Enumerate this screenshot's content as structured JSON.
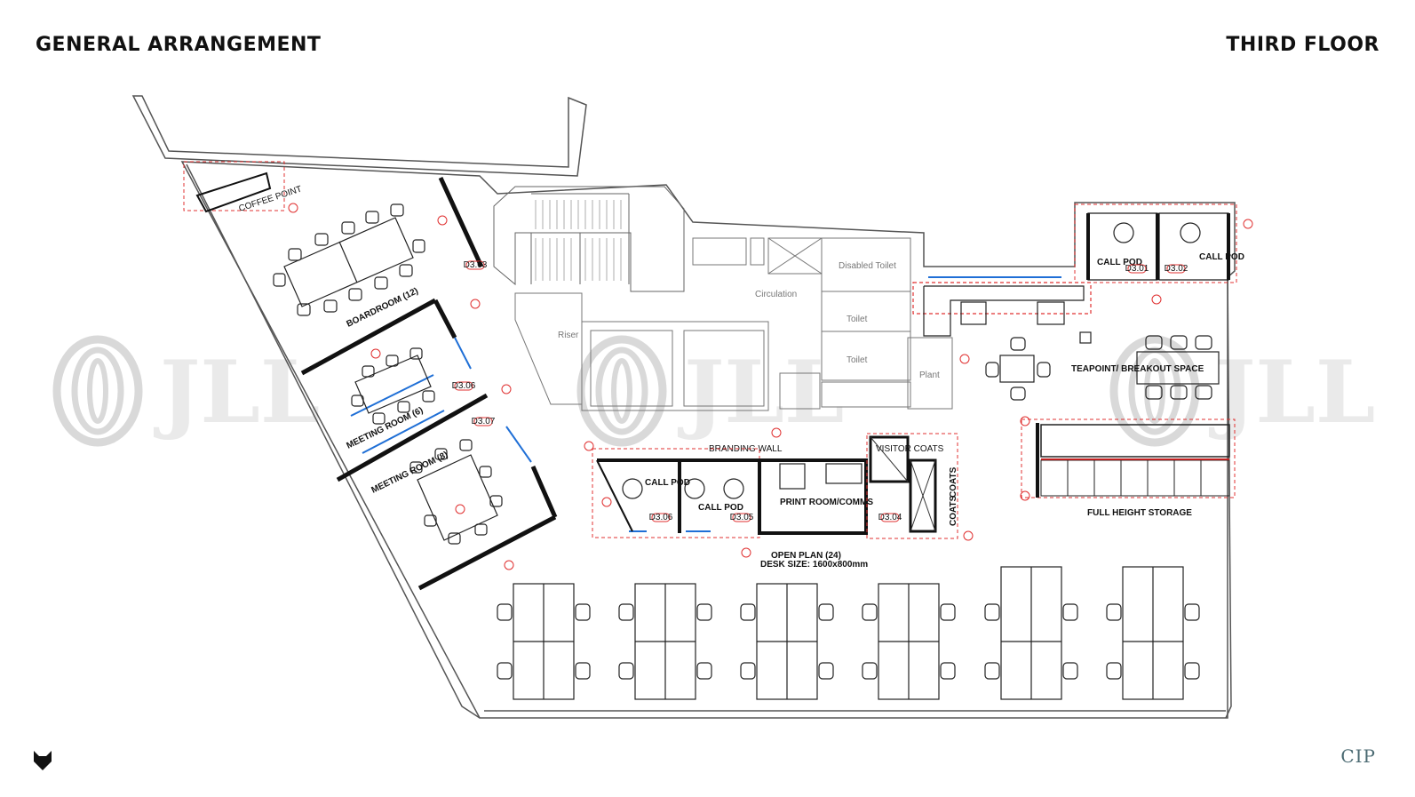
{
  "header": {
    "left_title": "GENERAL ARRANGEMENT",
    "right_title": "THIRD FLOOR"
  },
  "watermark": {
    "text": "JLL"
  },
  "rooms": {
    "coffee_point": "COFFEE POINT",
    "boardroom": "BOARDROOM (12)",
    "meeting_6": "MEETING ROOM (6)",
    "meeting_8": "MEETING ROOM (8)",
    "riser": "Riser",
    "circulation": "Circulation",
    "disabled_toilet": "Disabled Toilet",
    "toilet_1": "Toilet",
    "toilet_2": "Toilet",
    "plant": "Plant",
    "call_pod_1": "CALL POD",
    "call_pod_2": "CALL POD",
    "call_pod_3": "CALL POD",
    "call_pod_4": "CALL POD",
    "teapoint": "TEAPOINT/ BREAKOUT SPACE",
    "branding_wall": "BRANDING WALL",
    "print_room": "PRINT ROOM/COMMS",
    "visitor_coats": "VISITOR COATS",
    "coats_1": "COATS",
    "coats_2": "COATS",
    "full_height_storage": "FULL HEIGHT STORAGE",
    "open_plan": "OPEN PLAN (24)",
    "desk_size": "DESK SIZE: 1600x800mm"
  },
  "door_tags": [
    "D3.03",
    "D3.06",
    "D3.07",
    "D3.01",
    "D3.02",
    "D3.05",
    "D3.06",
    "D3.04"
  ],
  "footer": {
    "brand": "CIP",
    "logo_icon": "fox-head-icon"
  },
  "colors": {
    "wall": "#111111",
    "fit_out_dashed": "#e03030",
    "glazing": "#1f6fd6",
    "watermark": "#d9d9d9"
  }
}
